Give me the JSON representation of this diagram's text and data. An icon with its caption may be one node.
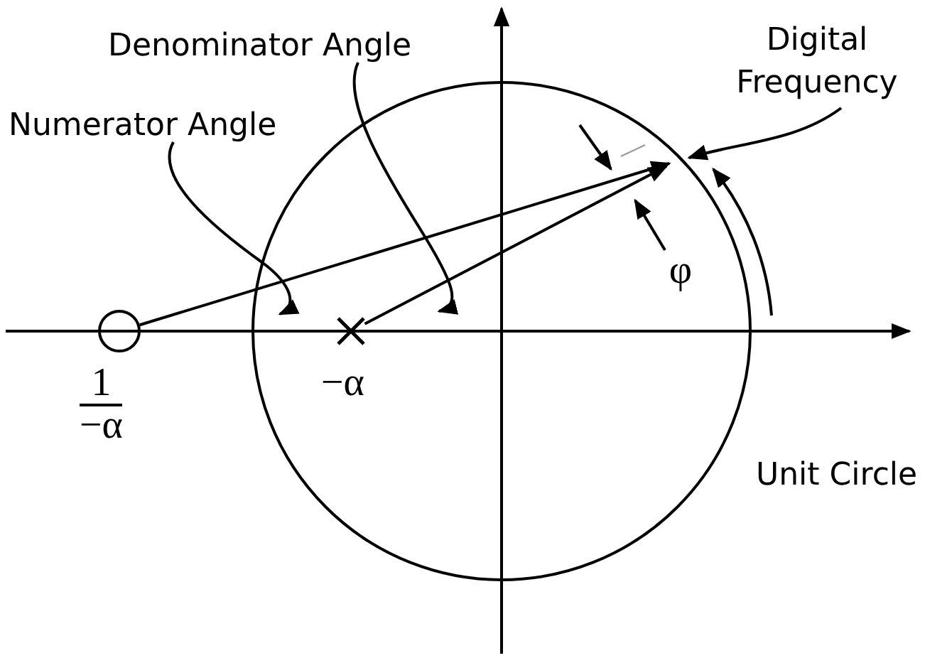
{
  "diagram": {
    "nodes": [
      {
        "text": [
          "Numerator Angle"
        ]
      },
      {
        "text": [
          "Denominator Angle"
        ]
      },
      {
        "text": [
          "Digital Frequency"
        ]
      },
      {
        "text": [
          "φ"
        ]
      },
      {
        "text": [],
        "shape": "circle",
        "beside": [
          "1",
          "−α"
        ]
      },
      {
        "text": [],
        "shape": "cross",
        "beside": [
          "−α"
        ]
      }
    ],
    "edges": [
      {
        "from": 4,
        "to": null,
        "arrow": "to"
      },
      {
        "from": 5,
        "to": null,
        "arrow": "to"
      },
      {
        "from": 0,
        "to": null,
        "arrow": "to"
      },
      {
        "from": 1,
        "to": null,
        "arrow": "to"
      },
      {
        "from": 2,
        "to": null,
        "arrow": "to"
      },
      {
        "from": 3,
        "to": null,
        "arrow": "to"
      }
    ],
    "labels": [
      "Unit Circle"
    ]
  }
}
